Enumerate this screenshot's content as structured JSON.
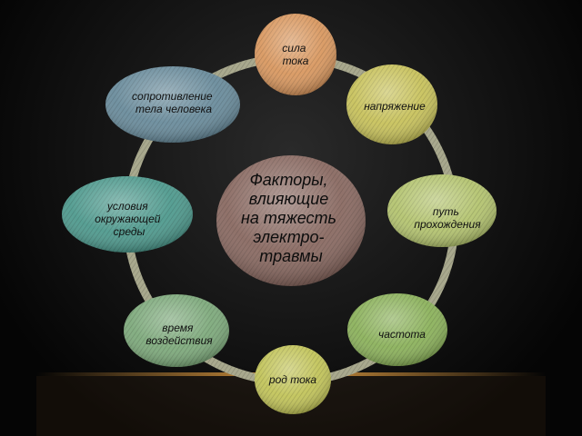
{
  "diagram": {
    "center": {
      "lines": [
        "Факторы,",
        "влияющие",
        "на тяжесть",
        "электро-",
        "травмы"
      ],
      "color": "#8a6a62"
    },
    "nodes": [
      {
        "id": "sila-toka",
        "lines": [
          "сила",
          "тока"
        ],
        "color": "#d99860"
      },
      {
        "id": "napryazhenie",
        "lines": [
          "напряжение"
        ],
        "color": "#c8c25c"
      },
      {
        "id": "put-prohozhdeniya",
        "lines": [
          "путь",
          "прохождения"
        ],
        "color": "#b4c470"
      },
      {
        "id": "chastota",
        "lines": [
          "частота"
        ],
        "color": "#8cb25c"
      },
      {
        "id": "rod-toka",
        "lines": [
          "род тока"
        ],
        "color": "#c2c45a"
      },
      {
        "id": "vremya-vozdeystviya",
        "lines": [
          "время",
          "воздействия"
        ],
        "color": "#7eaa7c"
      },
      {
        "id": "usloviya-sredy",
        "lines": [
          "условия",
          "окружающей",
          "среды"
        ],
        "color": "#4f9a8e"
      },
      {
        "id": "soprotivlenie",
        "lines": [
          "сопротивление",
          "тела человека"
        ],
        "color": "#6a8c9c"
      }
    ],
    "ring_color": "#a9a98e",
    "glow_color": "#e8a040"
  }
}
